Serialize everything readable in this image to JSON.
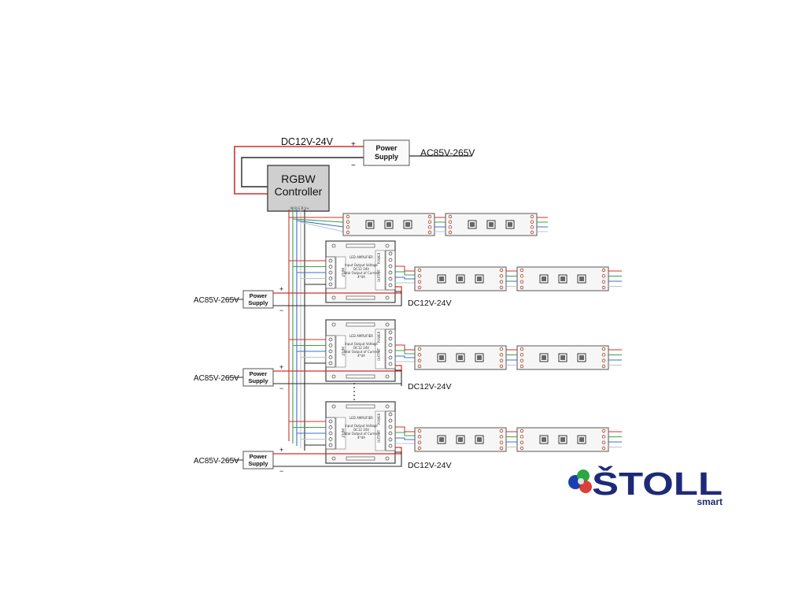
{
  "top_power": {
    "voltage_dc": "DC12V-24V",
    "plus": "+",
    "minus": "−",
    "label_line1": "Power",
    "label_line2": "Supply",
    "voltage_ac": "AC85V-265V"
  },
  "controller": {
    "line1": "RGBW",
    "line2": "Controller",
    "pins": "W B G R V+"
  },
  "amplifiers": [
    {
      "title": "LED AMPLIFIER",
      "spec1": "Input Output Voltage",
      "spec2": "DC12 24V",
      "spec3": "Total Output of Current",
      "spec4": "4*4A",
      "input_tag": "INPUT",
      "output_tag": "OUTPUT",
      "power_tag": "POWER",
      "dc": "DC12V-24V",
      "ac": "AC85V-265V",
      "ps1": "Power",
      "ps2": "Supply",
      "plus": "+",
      "minus": "−"
    },
    {
      "title": "LED AMPLIFIER",
      "spec1": "Input Output Voltage",
      "spec2": "DC12 24V",
      "spec3": "Total Output of Current",
      "spec4": "4*4A",
      "input_tag": "INPUT",
      "output_tag": "OUTPUT",
      "power_tag": "POWER",
      "dc": "DC12V-24V",
      "ac": "AC85V-265V",
      "ps1": "Power",
      "ps2": "Supply",
      "plus": "+",
      "minus": "−"
    },
    {
      "title": "LED AMPLIFIER",
      "spec1": "Input Output Voltage",
      "spec2": "DC12 24V",
      "spec3": "Total Output of Current",
      "spec4": "4*4A",
      "input_tag": "INPUT",
      "output_tag": "OUTPUT",
      "power_tag": "POWER",
      "dc": "DC12V-24V",
      "ac": "AC85V-265V",
      "ps1": "Power",
      "ps2": "Supply",
      "plus": "+",
      "minus": "−"
    }
  ],
  "brand": {
    "name": "ŠTOLL",
    "sub": "smart"
  },
  "colors": {
    "wire_red": "#d0302a",
    "wire_black": "#2a2a2a",
    "wire_green": "#3aa04a",
    "wire_blue": "#3a70c8",
    "wire_white": "#b8c4cc",
    "controller_fill": "#cfcfcf",
    "brand_navy": "#1e2a78"
  }
}
